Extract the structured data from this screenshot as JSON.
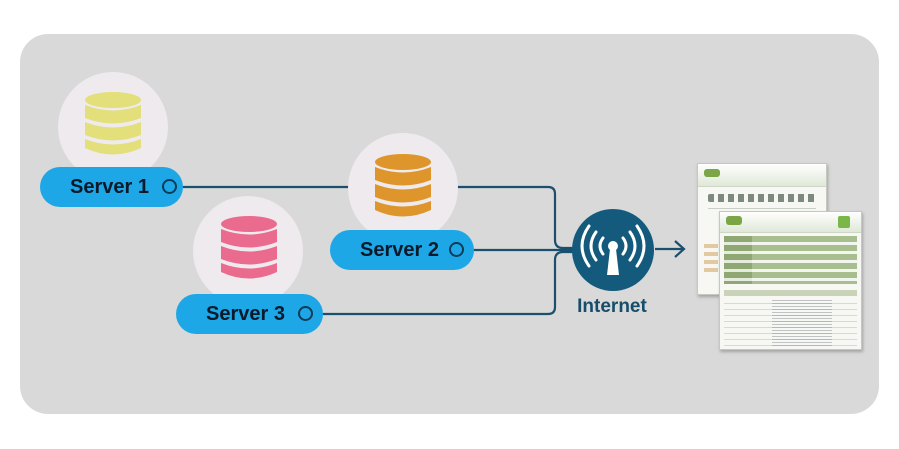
{
  "servers": [
    {
      "label": "Server 1",
      "color": "#e3df7a"
    },
    {
      "label": "Server 2",
      "color": "#de962c"
    },
    {
      "label": "Server 3",
      "color": "#eb6b8e"
    }
  ],
  "hub": {
    "label": "Internet",
    "color": "#145a7c"
  },
  "colors": {
    "panel": "#d9d9d9",
    "pill": "#1ea7e6",
    "wire": "#1a4f6e"
  },
  "icons": [
    "database-icon",
    "wireless-tower-icon",
    "arrow-right-icon",
    "web-page-screenshot-icon"
  ]
}
